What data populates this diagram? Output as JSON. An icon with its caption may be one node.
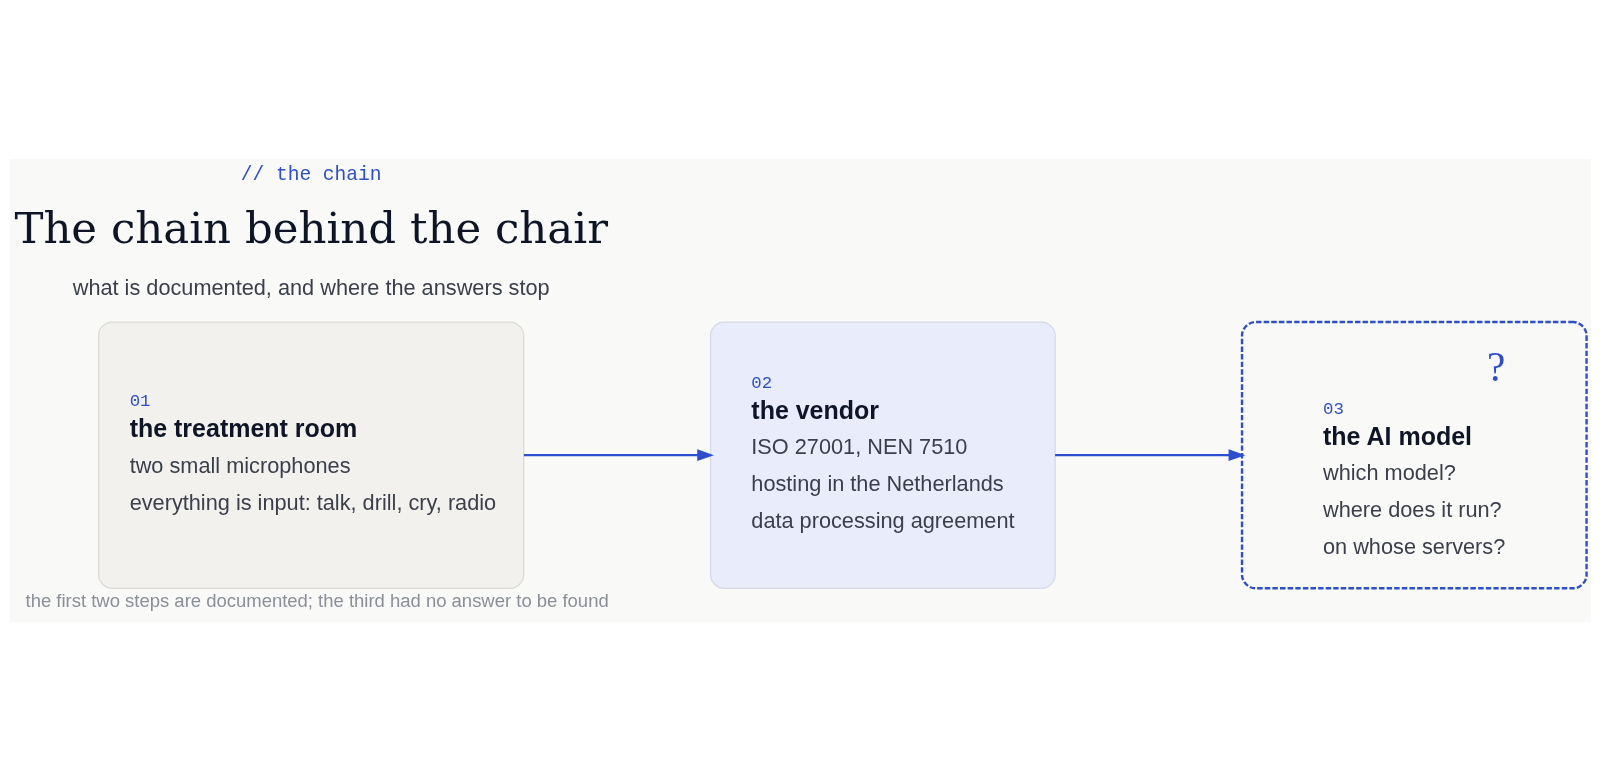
{
  "diagram": {
    "title": "The chain behind the chair",
    "caption": "the first two steps are documented; the third had no answer to be found",
    "nodes": [
      {
        "text": [
          "01",
          "the treatment room",
          "two small microphones",
          "everything is input: talk, drill, cry, radio"
        ]
      },
      {
        "text": [
          "02",
          "the vendor",
          "ISO 27001, NEN 7510",
          "hosting in the Netherlands",
          "data processing agreement"
        ]
      },
      {
        "text": [
          "?",
          "03",
          "the AI model",
          "which model?",
          "where does it run?",
          "on whose servers?"
        ]
      }
    ],
    "edges": [
      {
        "from": 0,
        "to": 1,
        "arrow": "to"
      },
      {
        "from": 1,
        "to": 2,
        "arrow": "to"
      }
    ],
    "labels": [
      "// the chain",
      "what is documented, and where the answers stop"
    ]
  }
}
